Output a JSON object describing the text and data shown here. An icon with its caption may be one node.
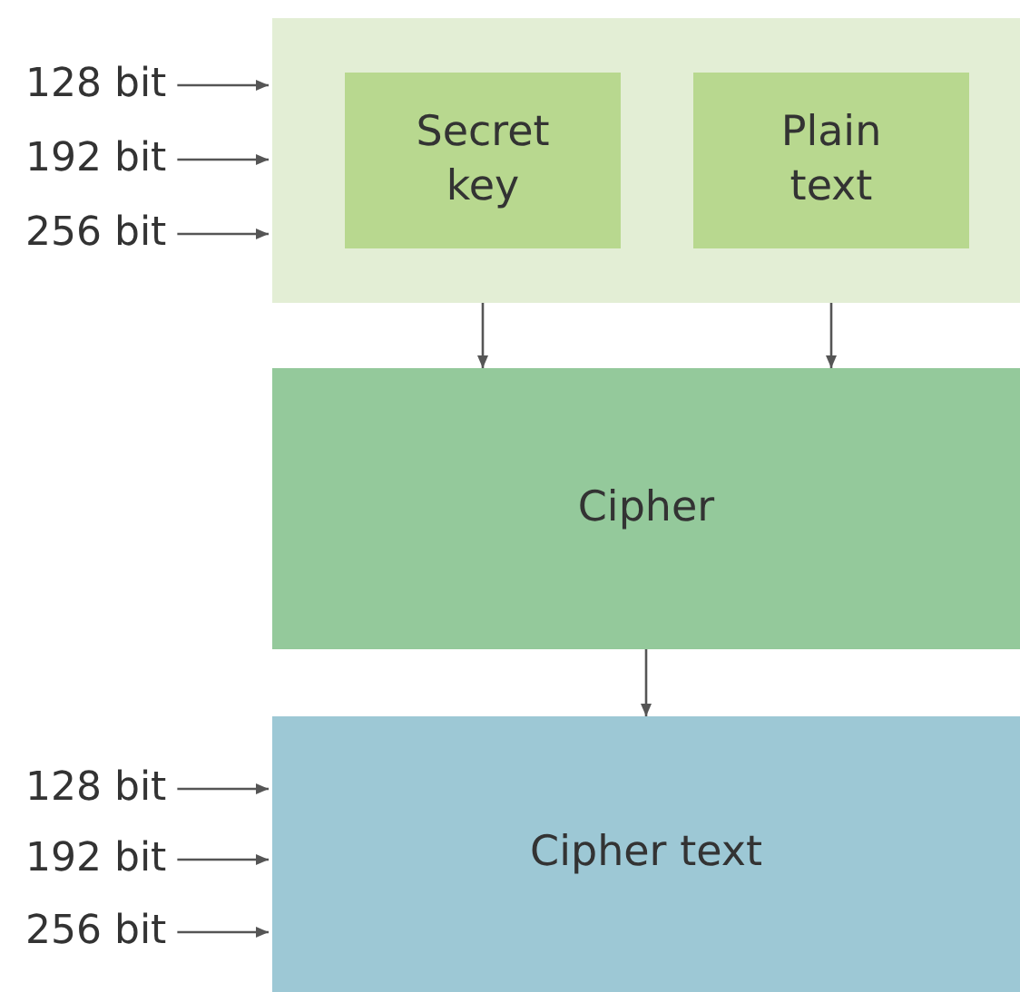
{
  "diagram": {
    "nodes": [
      {
        "text": [],
        "shape": "box"
      },
      {
        "text": [
          "Secret key"
        ],
        "in": 0
      },
      {
        "text": [
          "Plain text"
        ],
        "in": 0
      },
      {
        "text": [
          "Cipher"
        ]
      },
      {
        "text": [
          "Cipher text"
        ]
      },
      {
        "text": [
          "128 bit"
        ]
      },
      {
        "text": [
          "192 bit"
        ]
      },
      {
        "text": [
          "256 bit"
        ]
      },
      {
        "text": [
          "128 bit"
        ]
      },
      {
        "text": [
          "192 bit"
        ]
      },
      {
        "text": [
          "256 bit"
        ]
      }
    ],
    "edges": [
      {
        "from": 5,
        "to": 0,
        "arrow": "to"
      },
      {
        "from": 6,
        "to": 0,
        "arrow": "to"
      },
      {
        "from": 7,
        "to": 0,
        "arrow": "to"
      },
      {
        "from": 1,
        "to": 3,
        "arrow": "to"
      },
      {
        "from": 2,
        "to": 3,
        "arrow": "to"
      },
      {
        "from": 3,
        "to": 4,
        "arrow": "to"
      },
      {
        "from": 8,
        "to": 4,
        "arrow": "to"
      },
      {
        "from": 9,
        "to": 4,
        "arrow": "to"
      },
      {
        "from": 10,
        "to": 4,
        "arrow": "to"
      }
    ]
  }
}
